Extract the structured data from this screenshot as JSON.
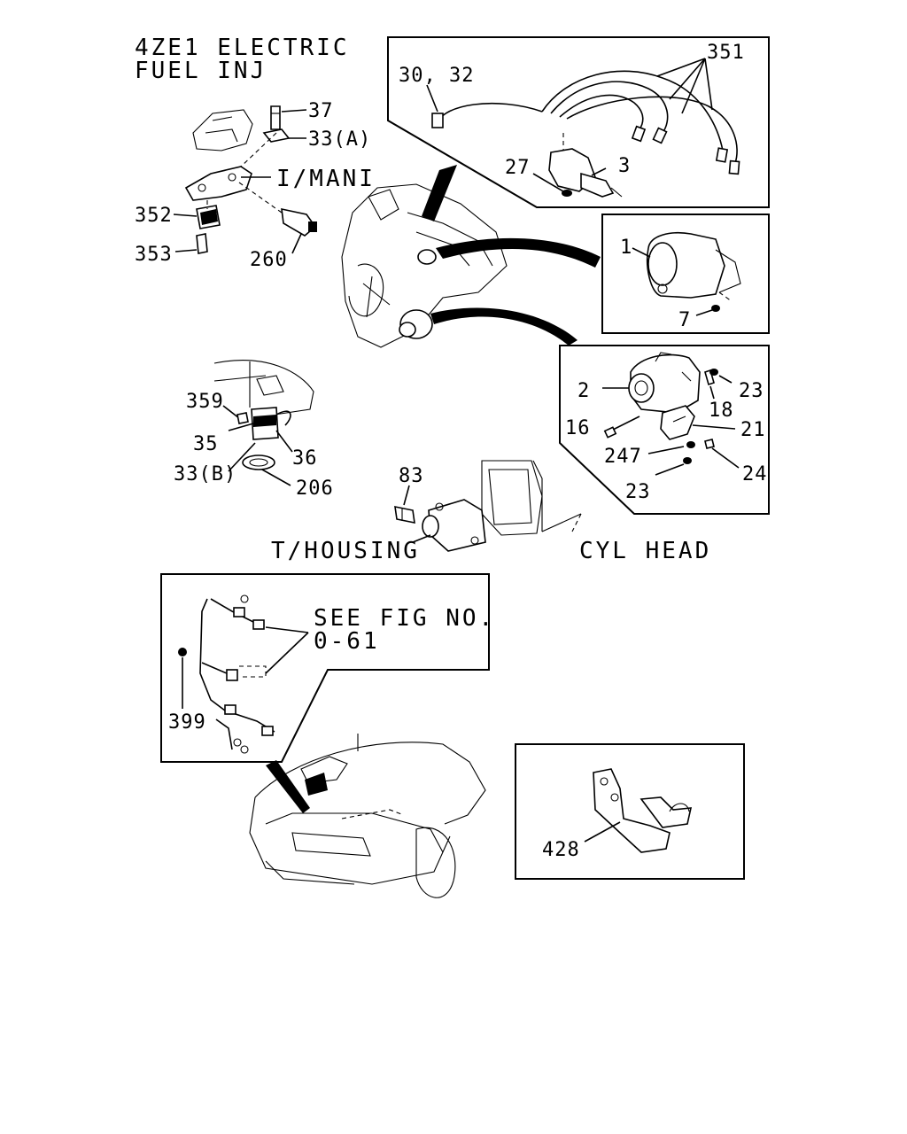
{
  "title": {
    "line1": "4ZE1 ELECTRIC",
    "line2": "FUEL INJ"
  },
  "references": {
    "intake_manifold": "I/MANI",
    "thermostat_housing": "T/HOUSING",
    "cylinder_head": "CYL HEAD",
    "see_fig_line1": "SEE FIG NO.",
    "see_fig_line2": "0-61"
  },
  "callouts": {
    "p37": "37",
    "p33a": "33(A)",
    "p352": "352",
    "p353": "353",
    "p260": "260",
    "p3032": "30, 32",
    "p351": "351",
    "p27": "27",
    "p3": "3",
    "p1": "1",
    "p7": "7",
    "p2": "2",
    "p23a": "23",
    "p18": "18",
    "p16": "16",
    "p21": "21",
    "p247": "247",
    "p24": "24",
    "p23b": "23",
    "p359": "359",
    "p35": "35",
    "p36": "36",
    "p33b": "33(B)",
    "p206": "206",
    "p83": "83",
    "p399": "399",
    "p428": "428"
  }
}
